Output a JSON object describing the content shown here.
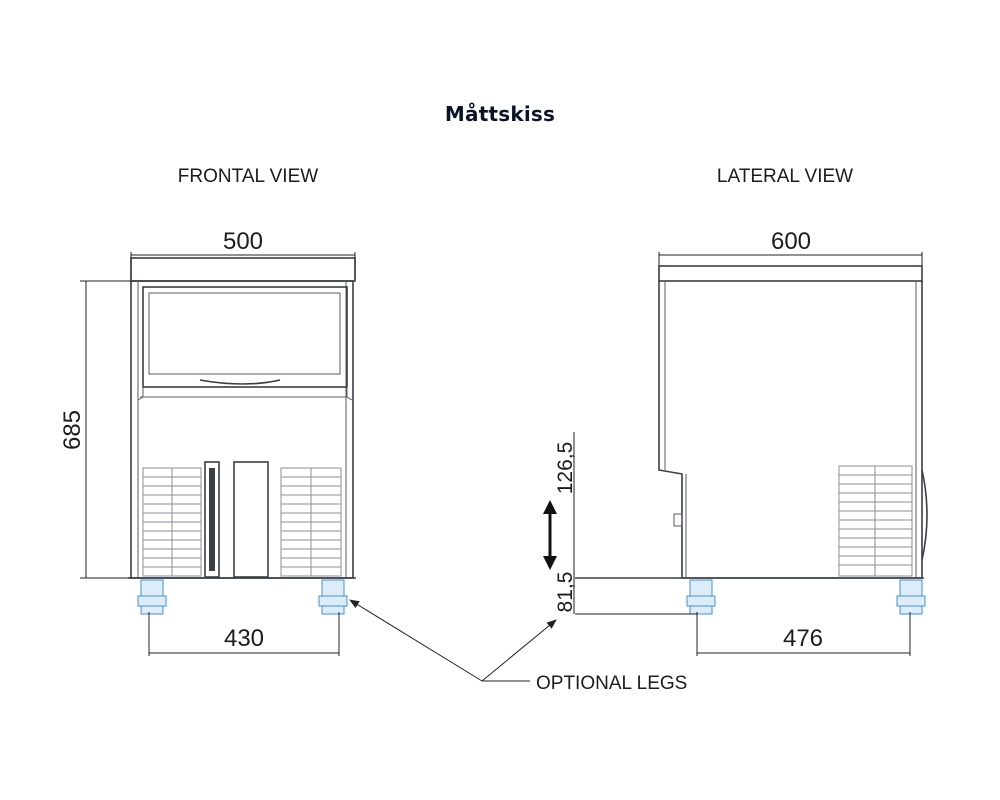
{
  "title": "Måttskiss",
  "views": {
    "frontal": {
      "label": "FRONTAL VIEW"
    },
    "lateral": {
      "label": "LATERAL VIEW"
    }
  },
  "dimensions": {
    "front_width": "500",
    "front_height": "685",
    "front_leg_span": "430",
    "side_depth": "600",
    "side_leg_span": "476",
    "leg_min": "81,5",
    "leg_max": "126,5"
  },
  "callouts": {
    "optional_legs": "OPTIONAL LEGS"
  }
}
